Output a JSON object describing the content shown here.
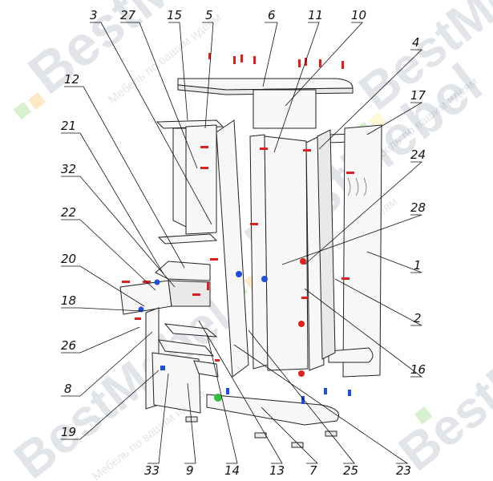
{
  "watermark": {
    "brand": "BestMebel",
    "subtext": "Мебель по вашим идеям"
  },
  "colors": {
    "fastener_red": "#e0201c",
    "fastener_blue": "#1f4fd8",
    "fastener_green": "#2fbf3a",
    "logo_green": "#5cc23c",
    "logo_orange": "#f5a623",
    "logo_yellow": "#f7e463"
  },
  "callouts": [
    "3",
    "27",
    "15",
    "5",
    "6",
    "11",
    "10",
    "4",
    "17",
    "24",
    "12",
    "21",
    "32",
    "28",
    "22",
    "1",
    "20",
    "18",
    "2",
    "26",
    "16",
    "8",
    "19",
    "33",
    "9",
    "14",
    "13",
    "7",
    "25",
    "23"
  ]
}
